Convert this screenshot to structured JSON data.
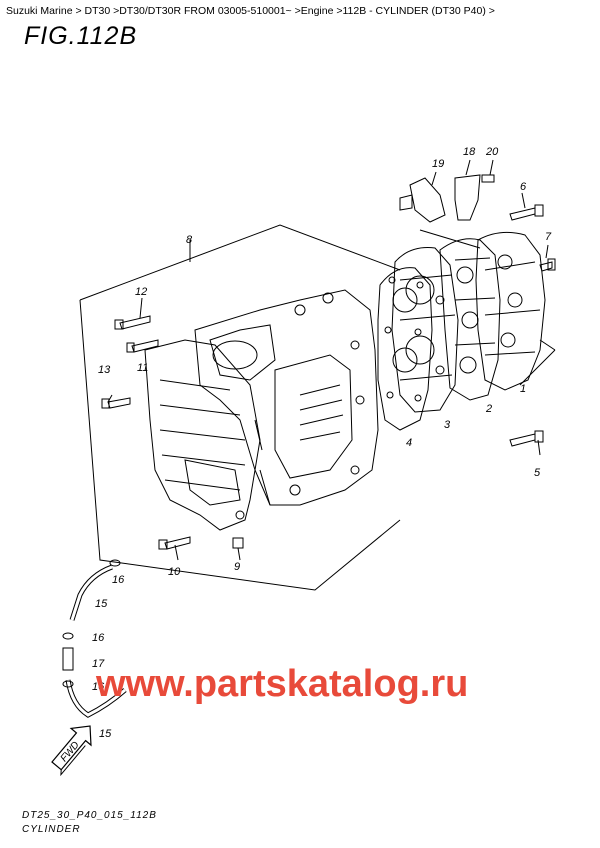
{
  "breadcrumb": "Suzuki Marine > DT30 >DT30/DT30R FROM 03005-510001~ >Engine >112B - CYLINDER (DT30 P40) >",
  "figure_title": "FIG.112B",
  "callouts": [
    "1",
    "2",
    "3",
    "4",
    "5",
    "6",
    "7",
    "8",
    "9",
    "10",
    "11",
    "12",
    "13",
    "15",
    "15",
    "16",
    "16",
    "16",
    "17",
    "18",
    "19",
    "20"
  ],
  "fwd_label": "FWD",
  "watermark": "www.partskatalog.ru",
  "footer_code": "DT25_30_P40_015_112B",
  "footer_name": "CYLINDER",
  "colors": {
    "watermark": "#e84a3a",
    "line": "#000000"
  }
}
